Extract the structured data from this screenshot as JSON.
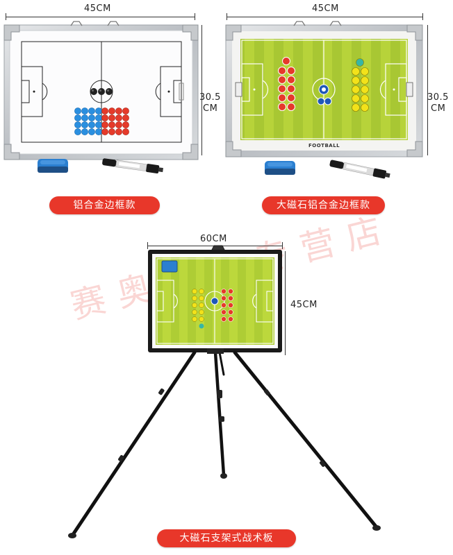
{
  "boards": {
    "plain": {
      "width_label": "45CM",
      "height_label_top": "30.5",
      "height_label_bottom": "CM",
      "caption": "铝合金边框款"
    },
    "grass": {
      "width_label": "45CM",
      "height_label_top": "30.5",
      "height_label_bottom": "CM",
      "caption": "大磁石铝合金边框款",
      "field_text": "FOOTBALL"
    },
    "stand": {
      "width_label": "60CM",
      "height_label": "45CM",
      "caption": "大磁石支架式战术板"
    }
  },
  "watermark": "赛奥运动专营店",
  "colors": {
    "caption_bg": "#e8372a",
    "grass_light": "#b7d33a",
    "grass_dark": "#9fc02f",
    "magnet_red": "#e53a2a",
    "magnet_blue": "#2a8fe0",
    "magnet_yellow": "#f2e21a"
  }
}
